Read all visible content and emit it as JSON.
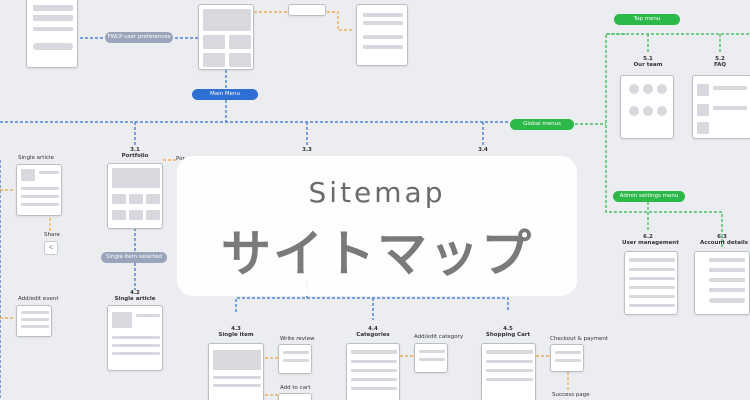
{
  "title": {
    "english": "Sitemap",
    "japanese": "サイトマップ"
  },
  "colors": {
    "background": "#ecedf0",
    "blue": "#2f6fd3",
    "green": "#2db84a",
    "orange": "#f0a33a",
    "gray_pill": "#9aa4bb"
  },
  "menus": {
    "main": "Main Menu",
    "global": "Global menus",
    "top": "Top menu",
    "admin": "Admin settings menu",
    "user_prefs": "FWLP user preferences",
    "single_item_selected": "Single item selected"
  },
  "sections": {
    "s3_1": {
      "num": "3.1",
      "name": "Portfolio"
    },
    "s3_3": {
      "num": "3.3",
      "name": ""
    },
    "s3_4": {
      "num": "3.4",
      "name": ""
    },
    "s4_2": {
      "num": "4.2",
      "name": "Single article"
    },
    "s4_3": {
      "num": "4.3",
      "name": "Single item"
    },
    "s4_4": {
      "num": "4.4",
      "name": "Categories"
    },
    "s4_5": {
      "num": "4.5",
      "name": "Shopping Cart"
    },
    "s5_1": {
      "num": "5.1",
      "name": "Our team"
    },
    "s5_2": {
      "num": "5.2",
      "name": "FAQ"
    },
    "s6_2": {
      "num": "6.2",
      "name": "User management"
    },
    "s6_3": {
      "num": "6.3",
      "name": "Account details"
    }
  },
  "side_labels": {
    "single_article": "Single article",
    "share": "Share",
    "add_edit_event": "Add/edit event",
    "write_review": "Write review",
    "add_to_cart": "Add to cart",
    "add_edit_category": "Add/edit category",
    "checkout_payment": "Checkout & payment",
    "success_page": "Success page",
    "portfolio_side": "Por"
  }
}
